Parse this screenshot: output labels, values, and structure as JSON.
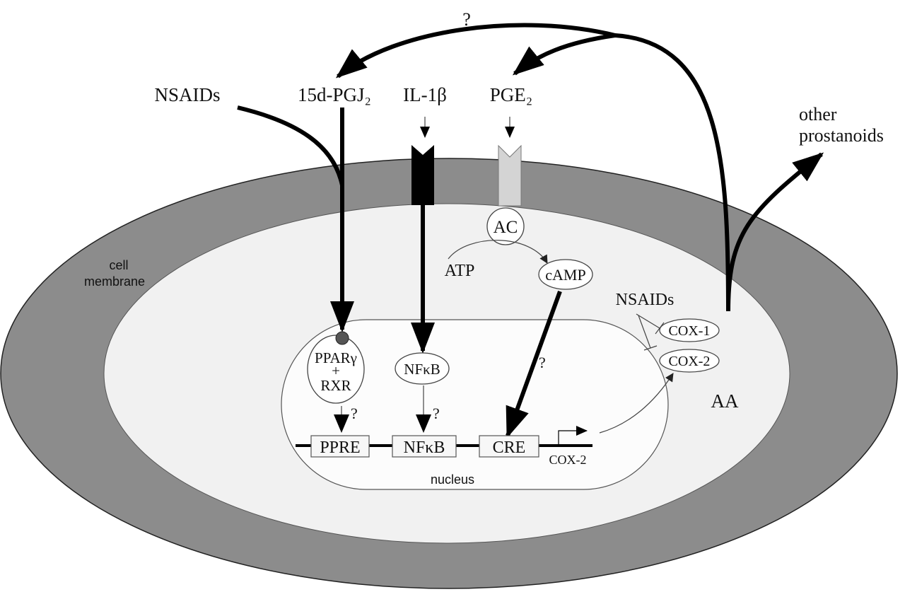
{
  "labels": {
    "nsaids_top": "NSAIDs",
    "pgj2": "15d-PGJ₂",
    "il1b": "IL-1β",
    "pge2": "PGE₂",
    "other": "other",
    "prostanoids": "prostanoids",
    "question_top": "?",
    "cell": "cell",
    "membrane": "membrane",
    "ac": "AC",
    "atp": "ATP",
    "camp": "cAMP",
    "nsaids_right": "NSAIDs",
    "cox1": "COX-1",
    "cox2_enzyme": "COX-2",
    "aa": "AA",
    "ppar_line1": "PPARγ",
    "ppar_line2": "+",
    "ppar_line3": "RXR",
    "nfkb_factor": "NFκB",
    "q_ppre": "?",
    "q_nfkb": "?",
    "q_cre": "?",
    "ppre": "PPRE",
    "nfkb_element": "NFκB",
    "cre": "CRE",
    "cox2_gene": "COX-2",
    "nucleus": "nucleus"
  },
  "colors": {
    "membrane": "#8c8c8c",
    "cytoplasm": "#f1f1f1",
    "nucleus": "#fcfcfc",
    "il1b_receptor": "#000000",
    "pge2_receptor": "#d4d4d4",
    "ligand_dot": "#555555"
  }
}
